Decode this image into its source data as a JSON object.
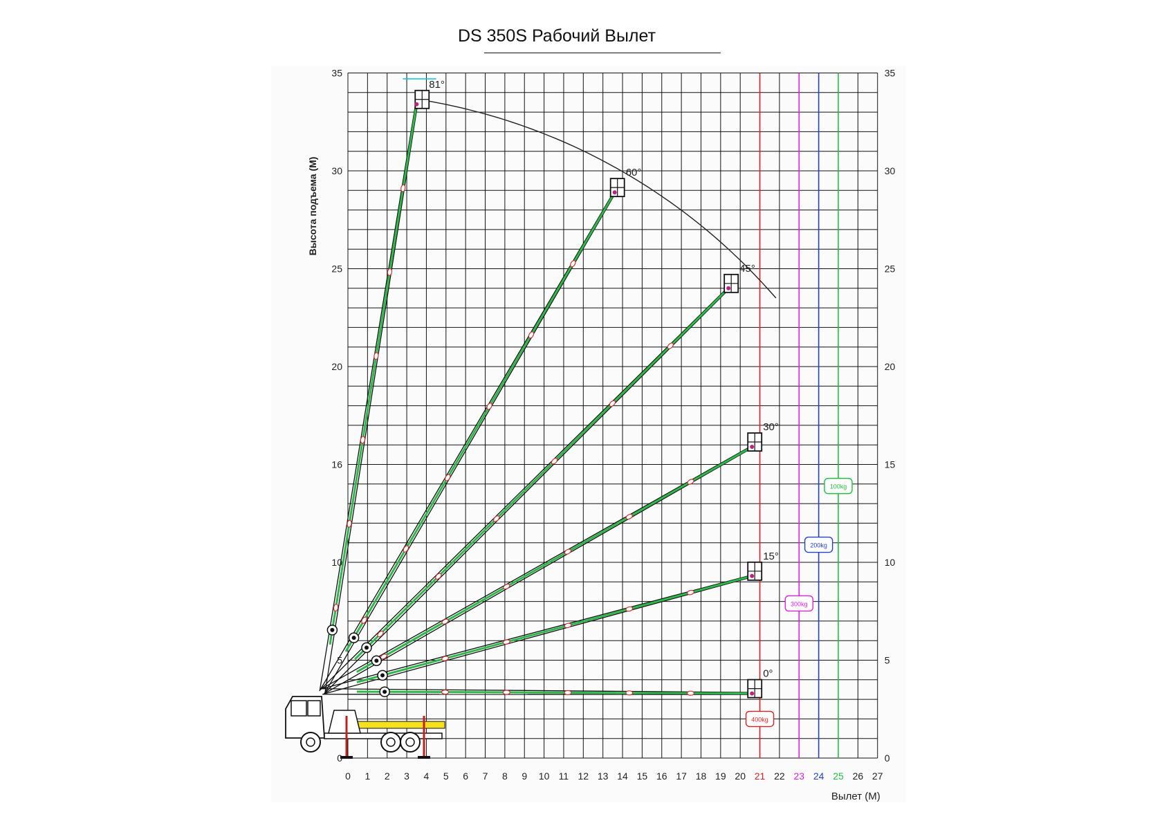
{
  "title": "DS 350S Рабочий Вылет",
  "y_axis_label": "Высота подъема (М)",
  "x_axis_label": "Вылет (М)",
  "y_ticks_left": [
    "0",
    "5",
    "10",
    "16",
    "20",
    "25",
    "30",
    "35"
  ],
  "y_ticks_right": [
    "0",
    "5",
    "10",
    "15",
    "20",
    "25",
    "30",
    "35"
  ],
  "x_ticks": [
    "0",
    "1",
    "2",
    "3",
    "4",
    "5",
    "6",
    "7",
    "8",
    "9",
    "10",
    "11",
    "12",
    "13",
    "14",
    "15",
    "16",
    "17",
    "18",
    "19",
    "20",
    "21",
    "22",
    "23",
    "24",
    "25",
    "26",
    "27"
  ],
  "x_tick_colors": {
    "21": "#e02020",
    "23": "#e020e0",
    "24": "#2040e0",
    "25": "#20c040"
  },
  "x_range": [
    0,
    27
  ],
  "y_range": [
    0,
    35
  ],
  "boom_positions": [
    {
      "angle_label": "81°",
      "tip": [
        3.5,
        33.4
      ]
    },
    {
      "angle_label": "60°",
      "tip": [
        13.6,
        28.9
      ]
    },
    {
      "angle_label": "45°",
      "tip": [
        19.4,
        24.0
      ]
    },
    {
      "angle_label": "30°",
      "tip": [
        20.6,
        15.9
      ]
    },
    {
      "angle_label": "15°",
      "tip": [
        20.6,
        9.3
      ]
    },
    {
      "angle_label": "0°",
      "tip": [
        20.6,
        3.3
      ]
    }
  ],
  "load_limits": [
    {
      "label": "400kg",
      "x": 21,
      "color": "#e02020"
    },
    {
      "label": "300kg",
      "x": 23,
      "color": "#e020e0"
    },
    {
      "label": "200kg",
      "x": 24,
      "color": "#2040e0"
    },
    {
      "label": "100kg",
      "x": 25,
      "color": "#20c040"
    }
  ],
  "colors": {
    "grid": "#111111",
    "boom_outline": "#111111",
    "boom_fill": "#2db84a",
    "truck_yellow": "#f4e01c",
    "joint": "#d03030"
  }
}
